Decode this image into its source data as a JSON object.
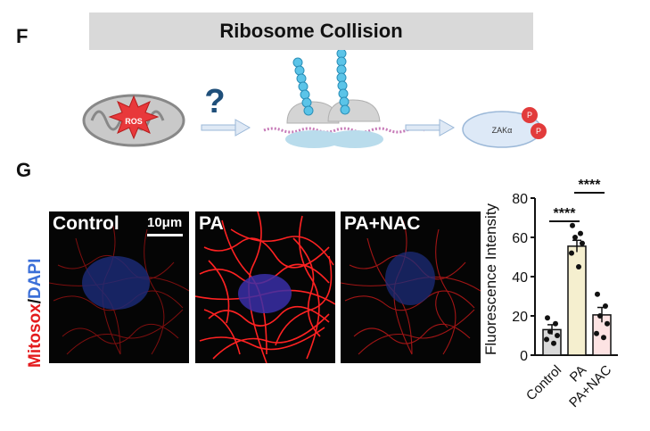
{
  "panels": {
    "f_letter": "F",
    "g_letter": "G"
  },
  "schematic": {
    "banner_title": "Ribosome Collision",
    "mito_label": "ROS",
    "question_mark": "?",
    "kinase_label": "ZAKα",
    "phospho_label": "P"
  },
  "images": {
    "side_label_parts": [
      "Mitosox",
      "/",
      "DAPI"
    ],
    "panel_labels": [
      "Control",
      "PA",
      "PA+NAC"
    ],
    "scale_label": "10μm"
  },
  "chart_data": {
    "type": "bar",
    "categories": [
      "Control",
      "PA",
      "PA+NAC"
    ],
    "values": [
      13,
      55.5,
      20.5
    ],
    "errors": [
      2.5,
      3.0,
      3.8
    ],
    "points": [
      [
        19,
        16,
        12,
        10,
        8,
        6
      ],
      [
        66,
        62,
        60,
        57,
        52,
        45
      ],
      [
        31,
        25,
        20,
        16,
        11,
        9
      ]
    ],
    "bar_colors": [
      "#d9d9d9",
      "#f5efcf",
      "#fde3e3"
    ],
    "ylabel": "Fluorescence Intensity",
    "ylim": [
      0,
      80
    ],
    "yticks": [
      0,
      20,
      40,
      60,
      80
    ],
    "significance": [
      {
        "from": 0,
        "to": 1,
        "label": "****"
      },
      {
        "from": 1,
        "to": 2,
        "label": "****"
      }
    ]
  }
}
